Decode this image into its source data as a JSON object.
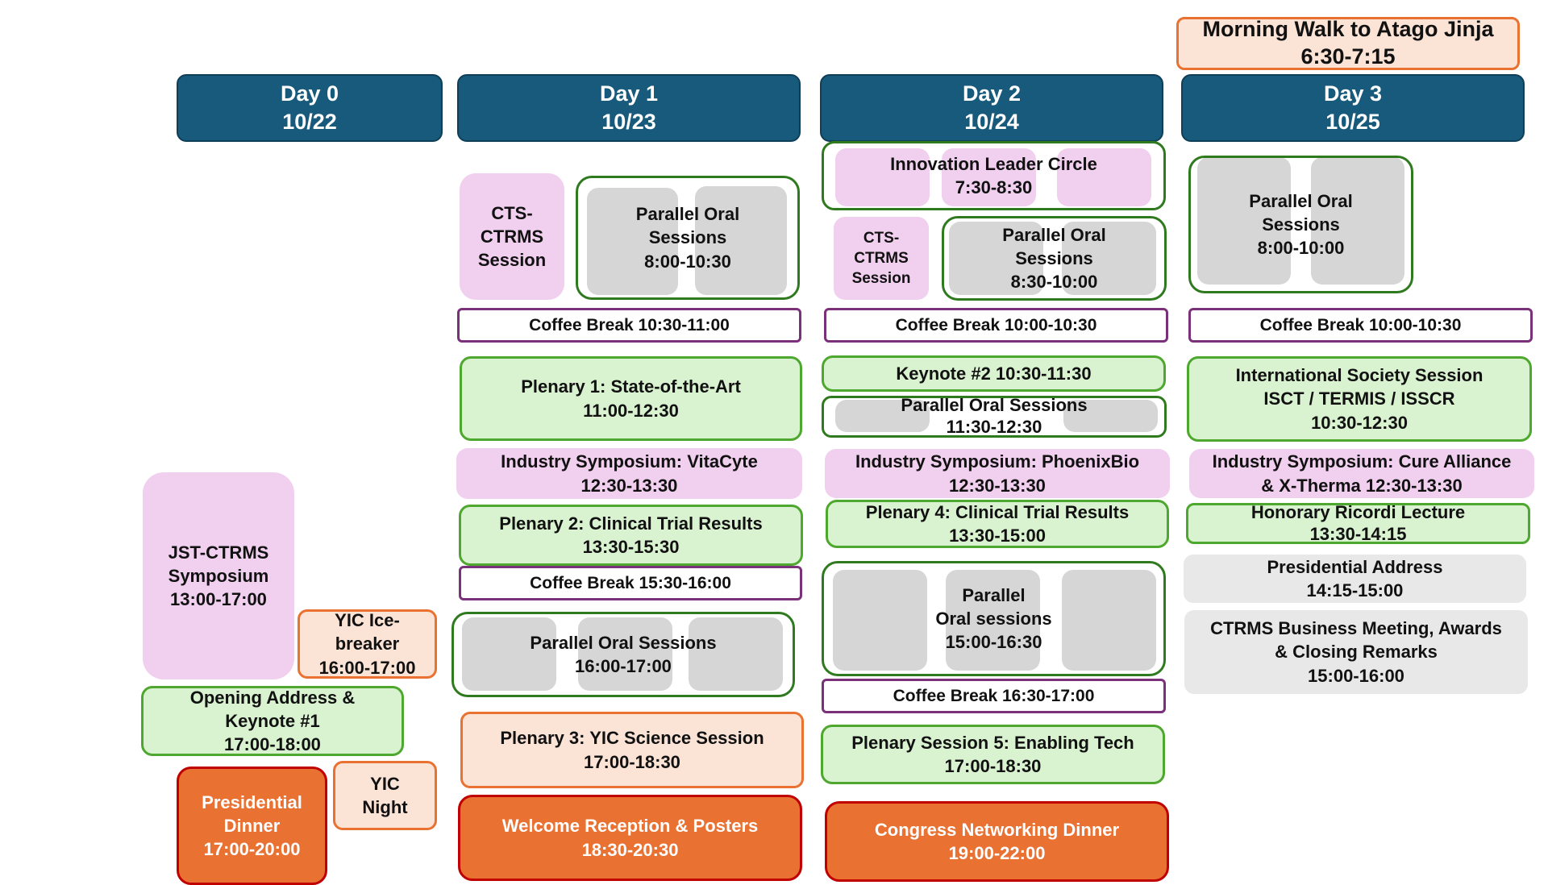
{
  "schedule": {
    "walk": "Morning Walk to Atago Jinja\n6:30-7:15",
    "days": [
      {
        "label": "Day 0\n10/22"
      },
      {
        "label": "Day 1\n10/23"
      },
      {
        "label": "Day 2\n10/24"
      },
      {
        "label": "Day 3\n10/25"
      }
    ],
    "day0": {
      "jst": "JST-CTRMS\nSymposium\n13:00-17:00",
      "yic_ice": "YIC Ice-\nbreaker\n16:00-17:00",
      "opening": "Opening Address &\nKeynote #1\n17:00-18:00",
      "pres_dinner": "Presidential\nDinner\n17:00-20:00",
      "yic_night": "YIC\nNight"
    },
    "day1": {
      "cts": "CTS-\nCTRMS\nSession",
      "parallel_am": "Parallel Oral\nSessions\n8:00-10:30",
      "coffee1": "Coffee Break 10:30-11:00",
      "plenary1": "Plenary 1: State-of-the-Art\n11:00-12:30",
      "industry": "Industry Symposium: VitaCyte\n12:30-13:30",
      "plenary2": "Plenary 2: Clinical Trial Results\n13:30-15:30",
      "coffee2": "Coffee Break 15:30-16:00",
      "parallel_pm": "Parallel Oral Sessions\n16:00-17:00",
      "plenary3": "Plenary 3: YIC Science Session\n17:00-18:30",
      "reception": "Welcome Reception & Posters\n18:30-20:30"
    },
    "day2": {
      "innovation": "Innovation Leader Circle\n7:30-8:30",
      "cts": "CTS-\nCTRMS\nSession",
      "parallel_am": "Parallel Oral\nSessions\n8:30-10:00",
      "coffee1": "Coffee Break 10:00-10:30",
      "keynote2": "Keynote #2 10:30-11:30",
      "parallel_mid": "Parallel Oral Sessions\n11:30-12:30",
      "industry": "Industry Symposium: PhoenixBio\n12:30-13:30",
      "plenary4": "Plenary 4: Clinical Trial Results\n13:30-15:00",
      "parallel_pm": "Parallel\nOral sessions\n15:00-16:30",
      "coffee2": "Coffee Break 16:30-17:00",
      "plenary5": "Plenary Session 5: Enabling Tech\n17:00-18:30",
      "dinner": "Congress Networking Dinner\n19:00-22:00"
    },
    "day3": {
      "parallel_am": "Parallel Oral\nSessions\n8:00-10:00",
      "coffee": "Coffee Break 10:00-10:30",
      "intl_society": "International Society Session\nISCT / TERMIS / ISSCR\n10:30-12:30",
      "industry": "Industry Symposium: Cure Alliance\n& X-Therma 12:30-13:30",
      "ricordi": "Honorary Ricordi Lecture\n13:30-14:15",
      "pres_address": "Presidential Address\n14:15-15:00",
      "closing": "CTRMS Business Meeting, Awards\n& Closing Remarks\n15:00-16:00"
    }
  },
  "colors": {
    "header_blue": "#175a7c",
    "plenary_green": "#d9f2d0",
    "industry_pink": "#f1cfee",
    "coffee_purple_border": "#7a317a",
    "yic_peach": "#fbe3d6",
    "dinner_orange": "#e97132",
    "address_grey": "#e8e8e8"
  }
}
